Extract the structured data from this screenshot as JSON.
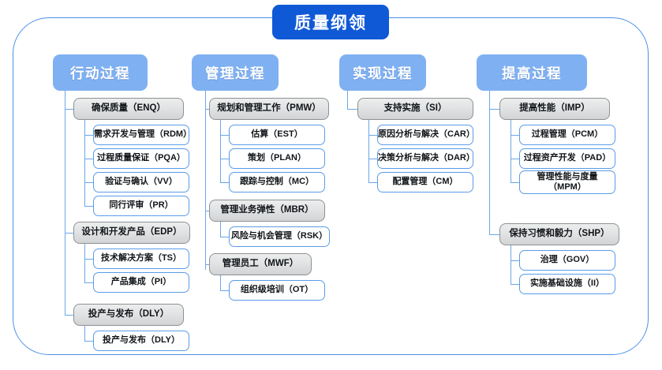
{
  "diagram": {
    "title": "质量纲领",
    "frame_color": "#4a90e8",
    "root_color": "#1059d6",
    "header_color": "#7fb0f2",
    "group_color": "#e2e3e4",
    "leaf_color": "#ffffff",
    "connector_color": "#6aa6e8"
  },
  "columns": [
    {
      "header": "行动过程",
      "groups": [
        {
          "label": "确保质量（ENQ）",
          "items": [
            "需求开发与管理（RDM）",
            "过程质量保证（PQA）",
            "验证与确认（VV）",
            "同行评审（PR）"
          ]
        },
        {
          "label": "设计和开发产品（EDP）",
          "items": [
            "技术解决方案（TS）",
            "产品集成（PI）"
          ]
        },
        {
          "label": "投产与发布（DLY）",
          "items": [
            "投产与发布（DLY）"
          ]
        }
      ]
    },
    {
      "header": "管理过程",
      "groups": [
        {
          "label": "规划和管理工作（PMW）",
          "items": [
            "估算（EST）",
            "策划（PLAN）",
            "跟踪与控制（MC）"
          ]
        },
        {
          "label": "管理业务弹性（MBR）",
          "items": [
            "风险与机会管理（RSK）"
          ]
        },
        {
          "label": "管理员工（MWF）",
          "items": [
            "组织级培训（OT）"
          ]
        }
      ]
    },
    {
      "header": "实现过程",
      "groups": [
        {
          "label": "支持实施（SI）",
          "items": [
            "原因分析与解决（CAR）",
            "决策分析与解决（DAR）",
            "配置管理（CM）"
          ]
        }
      ]
    },
    {
      "header": "提高过程",
      "groups": [
        {
          "label": "提高性能（IMP）",
          "items": [
            "过程管理（PCM）",
            "过程资产开发（PAD）",
            "管理性能与度量\n（MPM）"
          ]
        },
        {
          "label": "保持习惯和毅力（SHP）",
          "items": [
            "治理（GOV）",
            "实施基础设施（II）"
          ]
        }
      ]
    }
  ]
}
